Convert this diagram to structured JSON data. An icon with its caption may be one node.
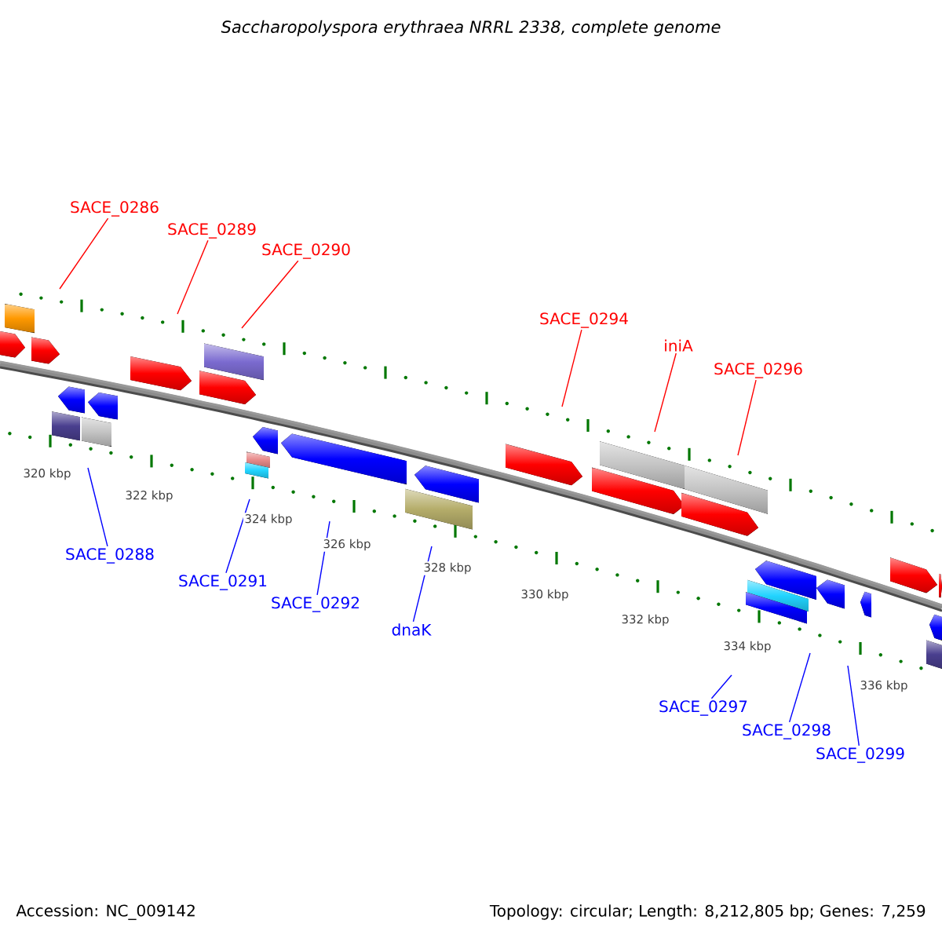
{
  "diagram": {
    "title": "Saccharopolyspora erythraea NRRL 2338, complete genome",
    "nodes": [
      {
        "text": [
          "SACE_0286"
        ]
      },
      {
        "text": [
          "SACE_0289"
        ]
      },
      {
        "text": [
          "SACE_0290"
        ]
      },
      {
        "text": [
          "SACE_0294"
        ]
      },
      {
        "text": [
          "iniA"
        ]
      },
      {
        "text": [
          "SACE_0296"
        ]
      },
      {
        "text": [
          "SACE_0288"
        ]
      },
      {
        "text": [
          "SACE_0291"
        ]
      },
      {
        "text": [
          "SACE_0292"
        ]
      },
      {
        "text": [
          "dnaK"
        ]
      },
      {
        "text": [
          "SACE_0297"
        ]
      },
      {
        "text": [
          "SACE_0298"
        ]
      },
      {
        "text": [
          "SACE_0299"
        ]
      }
    ],
    "edges": [
      {
        "from": 0,
        "to": null,
        "arrow": "none",
        "color": "#ff0000"
      },
      {
        "from": 1,
        "to": null,
        "arrow": "none",
        "color": "#ff0000"
      },
      {
        "from": 2,
        "to": null,
        "arrow": "none",
        "color": "#ff0000"
      },
      {
        "from": 3,
        "to": null,
        "arrow": "none",
        "color": "#ff0000"
      },
      {
        "from": 4,
        "to": null,
        "arrow": "none",
        "color": "#ff0000"
      },
      {
        "from": 5,
        "to": null,
        "arrow": "none",
        "color": "#ff0000"
      },
      {
        "from": 6,
        "to": null,
        "arrow": "none",
        "color": "#0000ff"
      },
      {
        "from": 7,
        "to": null,
        "arrow": "none",
        "color": "#0000ff"
      },
      {
        "from": 8,
        "to": null,
        "arrow": "none",
        "color": "#0000ff"
      },
      {
        "from": 9,
        "to": null,
        "arrow": "none",
        "color": "#0000ff"
      },
      {
        "from": 10,
        "to": null,
        "arrow": "none",
        "color": "#0000ff"
      },
      {
        "from": 11,
        "to": null,
        "arrow": "none",
        "color": "#0000ff"
      },
      {
        "from": 12,
        "to": null,
        "arrow": "none",
        "color": "#0000ff"
      }
    ],
    "labels": [
      "320 kbp",
      "322 kbp",
      "324 kbp",
      "326 kbp",
      "328 kbp",
      "330 kbp",
      "332 kbp",
      "334 kbp",
      "336 kbp",
      "Accession: NC_009142",
      "Topology: circular; Length: 8,212,805 bp; Genes: 7,259"
    ]
  }
}
